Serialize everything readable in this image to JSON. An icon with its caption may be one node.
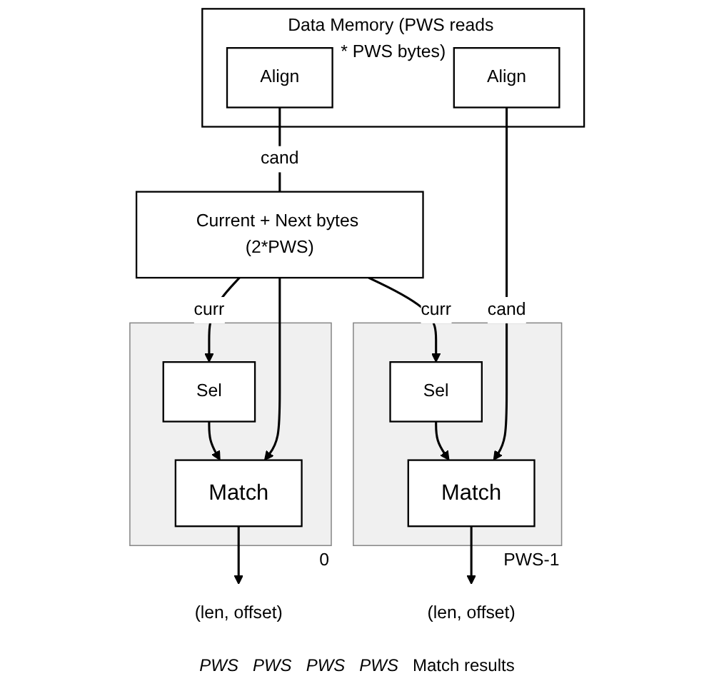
{
  "diagram": {
    "nodes": [
      {
        "text": [
          "Data Memory (PWS reads * PWS bytes)"
        ]
      },
      {
        "text": [
          "Align"
        ],
        "in": 0
      },
      {
        "text": [
          "Align"
        ],
        "in": 0
      },
      {
        "text": [
          "Current + Next bytes (2*PWS)"
        ]
      },
      {
        "text": [
          "0"
        ]
      },
      {
        "text": [
          "Sel"
        ],
        "in": 4
      },
      {
        "text": [
          "Match"
        ],
        "in": 4
      },
      {
        "text": [
          "(len, offset)"
        ]
      },
      {
        "text": [
          "PWS-1"
        ]
      },
      {
        "text": [
          "Sel"
        ],
        "in": 8
      },
      {
        "text": [
          "Match"
        ],
        "in": 8
      },
      {
        "text": [
          "(len, offset)"
        ]
      }
    ],
    "edges": [
      {
        "from": 1,
        "to": 3,
        "arrow": "none",
        "label": "cand"
      },
      {
        "from": 3,
        "to": 5,
        "arrow": "to",
        "label": "curr"
      },
      {
        "from": 3,
        "to": 6,
        "arrow": "to"
      },
      {
        "from": 5,
        "to": 6,
        "arrow": "to"
      },
      {
        "from": 6,
        "to": 7,
        "arrow": "to"
      },
      {
        "from": 3,
        "to": 9,
        "arrow": "to",
        "label": "curr"
      },
      {
        "from": 2,
        "to": 10,
        "arrow": "to",
        "label": "cand"
      },
      {
        "from": 9,
        "to": 10,
        "arrow": "to"
      },
      {
        "from": 10,
        "to": 11,
        "arrow": "to"
      }
    ],
    "labels": [
      "PWS",
      "PWS",
      "PWS",
      "PWS",
      "Match results"
    ]
  }
}
